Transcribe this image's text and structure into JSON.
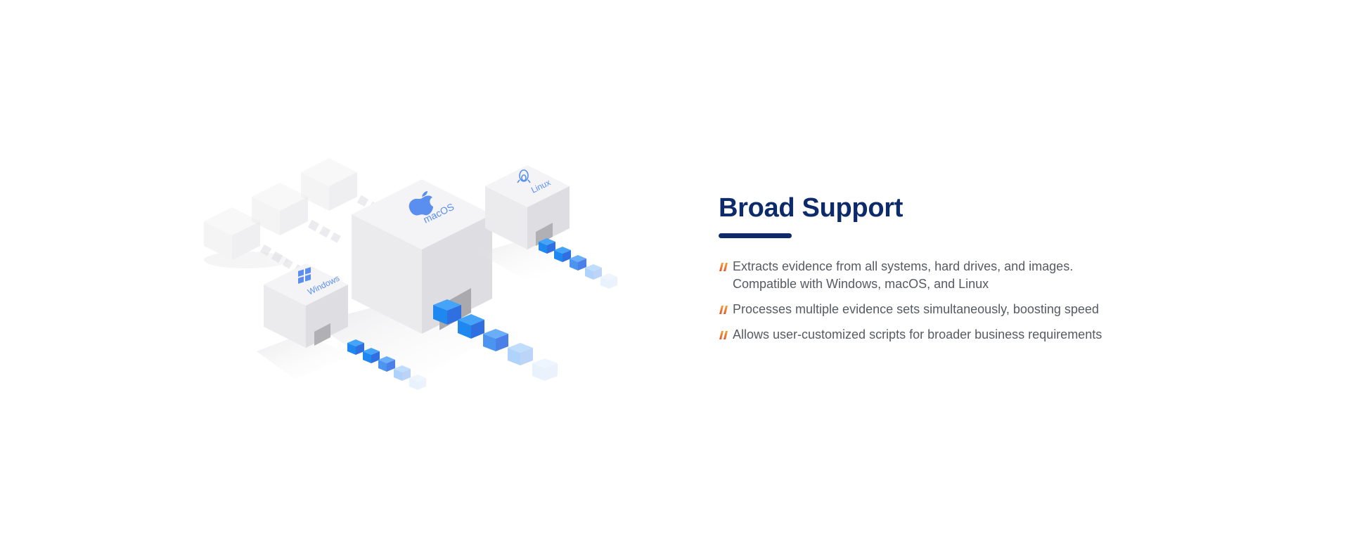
{
  "illustration": {
    "windows_label": "Windows",
    "macos_label": "macOS",
    "linux_label": "Linux",
    "icons": [
      "windows-logo-icon",
      "apple-logo-icon",
      "linux-penguin-icon"
    ]
  },
  "section": {
    "title": "Broad Support",
    "features": [
      {
        "lines": [
          "Extracts evidence from all systems, hard drives, and images.",
          "Compatible with Windows, macOS, and Linux"
        ]
      },
      {
        "lines": [
          "Processes multiple evidence sets simultaneously, boosting speed"
        ]
      },
      {
        "lines": [
          "Allows user-customized scripts for broader business requirements"
        ]
      }
    ]
  },
  "colors": {
    "title": "#0d2a6b",
    "bullet_start": "#f3a23a",
    "bullet_end": "#e8552a",
    "cube_blue": "#1e88f0",
    "icon_blue": "#5a8ff0"
  }
}
